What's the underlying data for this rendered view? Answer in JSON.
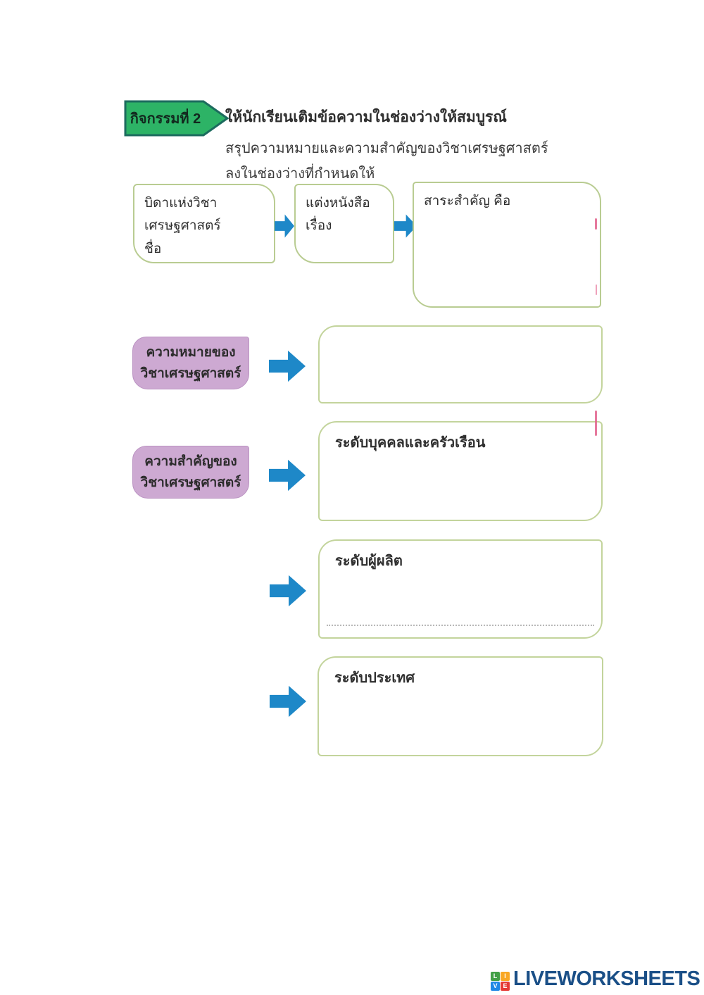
{
  "banner": {
    "label": "กิจกรรมที่ 2"
  },
  "instructions": {
    "title": "ให้นักเรียนเติมข้อความในช่องว่างให้สมบูรณ์",
    "line2": "สรุปความหมายและความสำคัญของวิชาเศรษฐศาสตร์",
    "line3": "ลงในช่องว่างที่กำหนดให้"
  },
  "flow": {
    "box1": {
      "line1": "บิดาแห่งวิชาเศรษฐศาสตร์",
      "line2": "ชื่อ"
    },
    "box2": {
      "label": "แต่งหนังสือเรื่อง"
    },
    "box3": {
      "label": "สาระสำคัญ  คือ"
    }
  },
  "topics": {
    "meaning": {
      "line1": "ความหมายของ",
      "line2": "วิชาเศรษฐศาสตร์"
    },
    "importance": {
      "line1": "ความสำคัญของ",
      "line2": "วิชาเศรษฐศาสตร์"
    }
  },
  "answers": {
    "household": {
      "label": "ระดับบุคคลและครัวเรือน"
    },
    "producer": {
      "label": "ระดับผู้ผลิต"
    },
    "country": {
      "label": "ระดับประเทศ"
    }
  },
  "footer": {
    "brand": "LIVEWORKSHEETS",
    "icon_letters": [
      "L",
      "I",
      "V",
      "E"
    ]
  },
  "colors": {
    "banner_fill": "#2db366",
    "banner_border": "#1c6b5e",
    "box_border_green": "#c3d49c",
    "arrow_blue": "#1e88c8",
    "topic_fill": "#cda9d2",
    "brand_blue": "#1a4f87",
    "pen_mark_pink": "#e2628c"
  }
}
